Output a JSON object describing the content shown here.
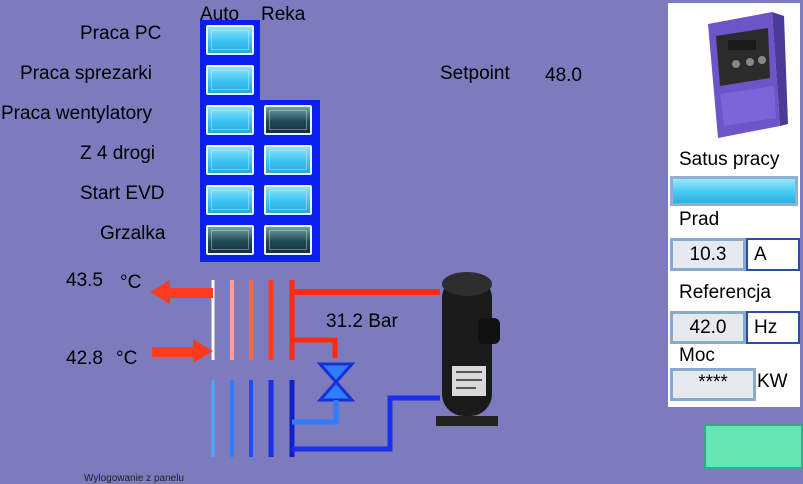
{
  "columns": {
    "auto": "Auto",
    "manual": "Reka"
  },
  "rows": [
    {
      "label": "Praca PC",
      "auto": "on",
      "manual": null
    },
    {
      "label": "Praca sprezarki",
      "auto": "on",
      "manual": null
    },
    {
      "label": "Praca wentylatory",
      "auto": "on",
      "manual": "off"
    },
    {
      "label": "Z 4 drogi",
      "auto": "on",
      "manual": "on"
    },
    {
      "label": "Start EVD",
      "auto": "on",
      "manual": "on"
    },
    {
      "label": "Grzalka",
      "auto": "off",
      "manual": "off"
    }
  ],
  "setpoint": {
    "label": "Setpoint",
    "value": "48.0"
  },
  "temperatures": {
    "out": {
      "value": "43.5",
      "unit": "°C"
    },
    "in": {
      "value": "42.8",
      "unit": "°C"
    }
  },
  "pressure": "31.2 Bar",
  "panel": {
    "status_label": "Satus pracy",
    "current": {
      "label": "Prad",
      "value": "10.3",
      "unit": "A"
    },
    "reference": {
      "label": "Referencja",
      "value": "42.0",
      "unit": "Hz"
    },
    "power": {
      "label": "Moc",
      "value": "****",
      "unit": "KW"
    }
  },
  "footer": "Wylogowanie z panelu",
  "colors": {
    "background": "#7b7bbd",
    "hot": "#ff3b1f",
    "warm": "#ff8c8c",
    "cold": "#1a2ee8",
    "cool": "#2f7dff",
    "button_on": "#3cc3f2",
    "button_off": "#214a56",
    "frame": "#0a1ef0",
    "green_button": "#66e6b4"
  },
  "icons": [
    "frequency-inverter-image",
    "compressor-image",
    "expansion-valve-icon",
    "arrow-left-icon",
    "arrow-right-icon"
  ]
}
